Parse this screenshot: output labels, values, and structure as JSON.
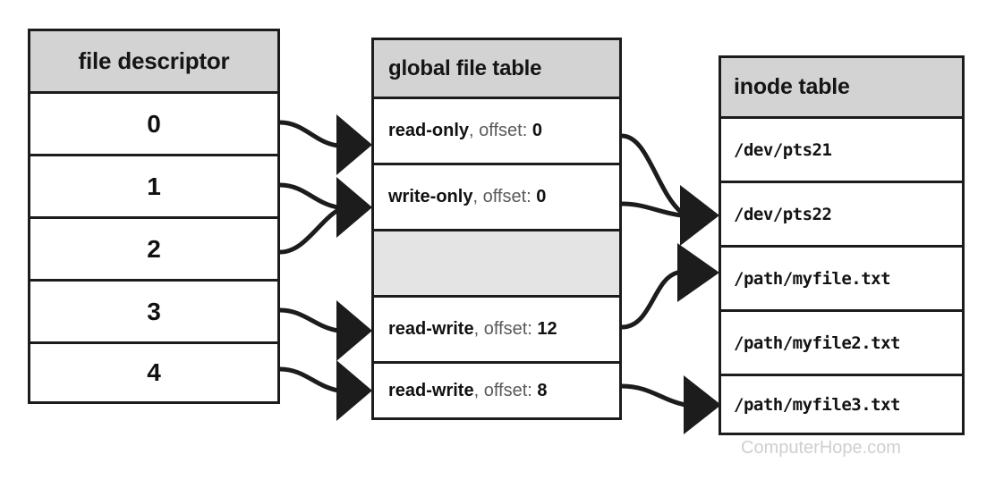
{
  "diagram": {
    "title": "file descriptor / global file table / inode table relationship",
    "watermark": "ComputerHope.com",
    "colors": {
      "header_fill": "#d3d3d3",
      "empty_row_fill": "#e4e4e4",
      "border": "#1c1c1c",
      "arrow": "#1c1c1c",
      "watermark_text": "#cfcfcf",
      "muted_label": "#5a5a5a"
    }
  },
  "fd_table": {
    "header": "file descriptor",
    "rows": [
      {
        "value": "0"
      },
      {
        "value": "1"
      },
      {
        "value": "2"
      },
      {
        "value": "3"
      },
      {
        "value": "4"
      }
    ]
  },
  "global_file_table": {
    "header": "global file table",
    "rows": [
      {
        "mode": "read-only",
        "separator": ", ",
        "offset_label": "offset: ",
        "offset": "0",
        "empty": false
      },
      {
        "mode": "write-only",
        "separator": ", ",
        "offset_label": "offset: ",
        "offset": "0",
        "empty": false
      },
      {
        "mode": "",
        "separator": "",
        "offset_label": "",
        "offset": "",
        "empty": true
      },
      {
        "mode": "read-write",
        "separator": ", ",
        "offset_label": "offset: ",
        "offset": "12",
        "empty": false
      },
      {
        "mode": "read-write",
        "separator": ", ",
        "offset_label": "offset: ",
        "offset": "8",
        "empty": false
      }
    ]
  },
  "inode_table": {
    "header": "inode table",
    "rows": [
      {
        "path": "/dev/pts21"
      },
      {
        "path": "/dev/pts22"
      },
      {
        "path": "/path/myfile.txt"
      },
      {
        "path": "/path/myfile2.txt"
      },
      {
        "path": "/path/myfile3.txt"
      }
    ]
  },
  "connections": {
    "fd_to_gft": [
      {
        "from": "0",
        "to": "read-only, offset: 0"
      },
      {
        "from": "1",
        "to": "write-only, offset: 0"
      },
      {
        "from": "2",
        "to": "write-only, offset: 0"
      },
      {
        "from": "3",
        "to": "read-write, offset: 12"
      },
      {
        "from": "4",
        "to": "read-write, offset: 8"
      }
    ],
    "gft_to_inode": [
      {
        "from": "read-only, offset: 0",
        "to": "/dev/pts22"
      },
      {
        "from": "write-only, offset: 0",
        "to": "/dev/pts22"
      },
      {
        "from": "read-write, offset: 12",
        "to": "/path/myfile.txt"
      },
      {
        "from": "read-write, offset: 8",
        "to": "/path/myfile3.txt"
      }
    ]
  }
}
